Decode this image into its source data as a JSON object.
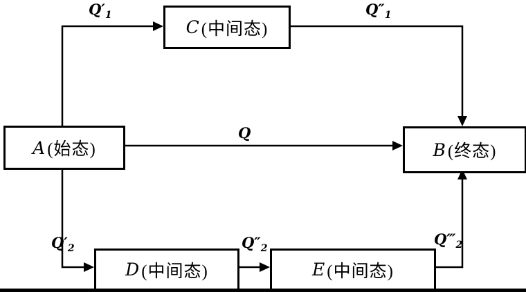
{
  "diagram": {
    "nodes": {
      "A": {
        "letter": "A",
        "suffix": "(始态)"
      },
      "B": {
        "letter": "B",
        "suffix": "(终态)"
      },
      "C": {
        "letter": "C",
        "suffix": "(中间态)"
      },
      "D": {
        "letter": "D",
        "suffix": "(中间态)"
      },
      "E": {
        "letter": "E",
        "suffix": "(中间态)"
      }
    },
    "edges": {
      "AC": {
        "base": "Q′",
        "sub": "1"
      },
      "CB": {
        "base": "Q″",
        "sub": "1"
      },
      "AB": {
        "base": "Q",
        "sub": ""
      },
      "AD": {
        "base": "Q′",
        "sub": "2"
      },
      "DE": {
        "base": "Q″",
        "sub": "2"
      },
      "EB": {
        "base": "Q‴",
        "sub": "2"
      }
    },
    "colors": {
      "line": "#000000",
      "box_border": "#000000",
      "background": "#ffffff"
    }
  }
}
